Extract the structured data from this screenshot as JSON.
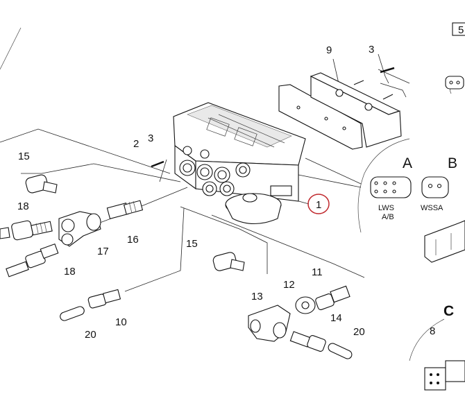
{
  "page_number": "5",
  "labels": {
    "l1": "1",
    "l2": "2",
    "l3a": "3",
    "l3b": "3",
    "l8": "8",
    "l9": "9",
    "l10": "10",
    "l11": "11",
    "l12": "12",
    "l13": "13",
    "l14": "14",
    "l15a": "15",
    "l15b": "15",
    "l16": "16",
    "l17": "17",
    "l18a": "18",
    "l18b": "18",
    "l20a": "20",
    "l20b": "20"
  },
  "connectors": {
    "a_letter": "A",
    "b_letter": "B",
    "c_letter": "C",
    "lws_line1": "LWS",
    "lws_line2": "A/B",
    "wssa": "WSSA"
  },
  "colors": {
    "highlight_circle": "#c0282d",
    "ink": "#111111"
  }
}
